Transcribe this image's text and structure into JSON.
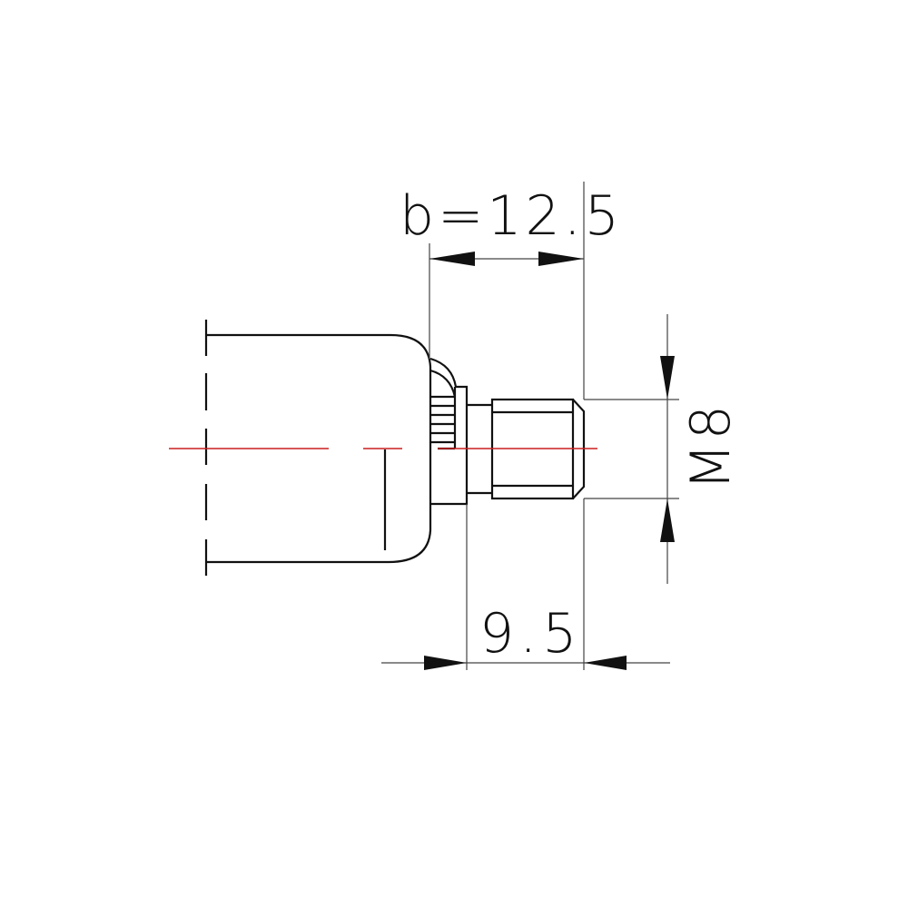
{
  "drawing": {
    "title": "Threaded stud with knurled collar — technical drawing",
    "colors": {
      "outline": "#111111",
      "dimension": "#444444",
      "centerline": "#cc1f1f",
      "background": "#ffffff"
    },
    "dimensions": {
      "thread_length_label": "b=12.5",
      "stud_length_label": "9.5",
      "thread_size_label": "M8"
    }
  }
}
